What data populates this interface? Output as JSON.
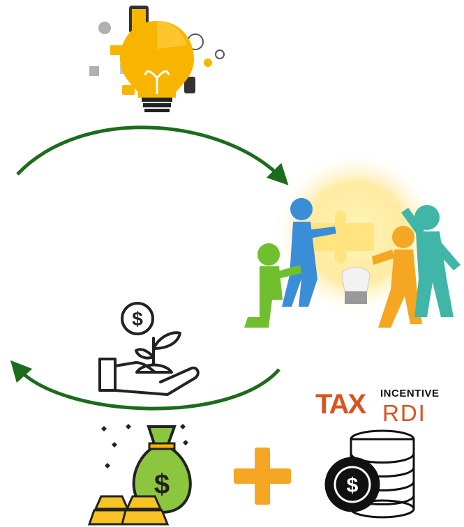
{
  "logo": {
    "line1": "INCENTIVE",
    "brand_left": "TAX",
    "brand_right": "RDI"
  },
  "colors": {
    "arrow": "#1d6b1d",
    "plus": "#f5a623",
    "bulb": "#f7b500",
    "brand": "#d8531f"
  },
  "icons": [
    "lightbulb-ideas-icon",
    "team-puzzle-icon",
    "hand-money-plant-icon",
    "money-bag-gold-icon",
    "plus-icon",
    "coin-stack-icon"
  ]
}
